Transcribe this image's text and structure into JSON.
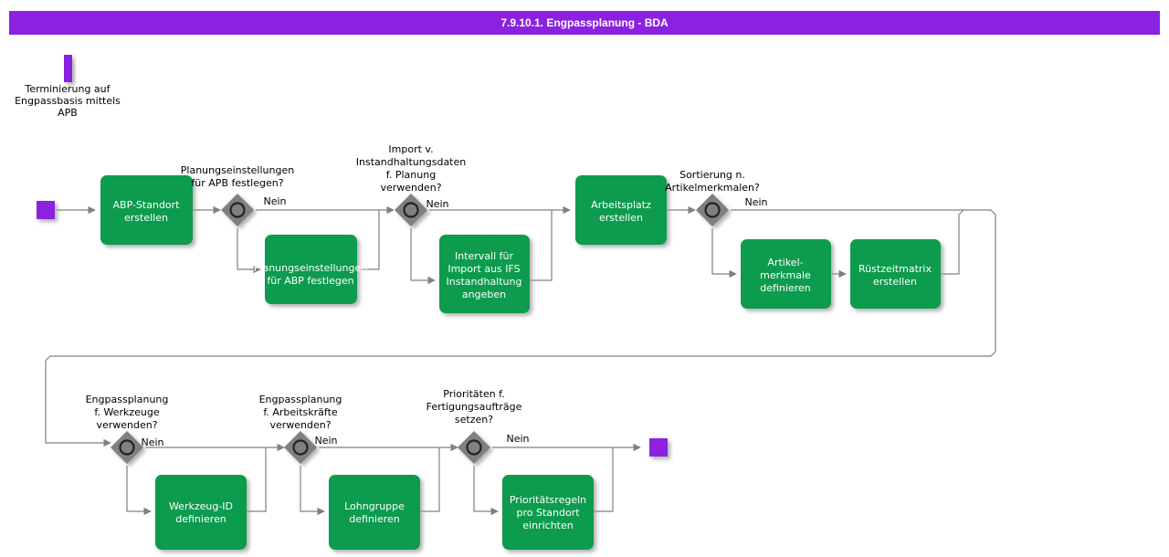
{
  "window": {
    "title": "7.9.10.1. Engpassplanung - BDA",
    "title_bar_color": "#8a22e0"
  },
  "palette": {
    "task_fill": "#0a9b4e",
    "task_text": "#ffffff",
    "gateway_fill": "#808080",
    "gateway_stroke": "#333333",
    "event_fill": "#8a22e0",
    "edge_color": "#808080",
    "background": "#ffffff"
  },
  "diagram": {
    "type": "bpmn-flowchart",
    "annotation": {
      "marker": "exclamation-bar",
      "text_line1": "Terminierung auf",
      "text_line2": "Engpassbasis mittels",
      "text_line3": "APB"
    },
    "start_event": {
      "name": "start-event"
    },
    "end_event": {
      "name": "end-event"
    },
    "tasks": [
      {
        "id": "t1",
        "lines": [
          "ABP-Standort",
          "erstellen"
        ]
      },
      {
        "id": "t2",
        "lines": [
          "Planungseinstellungen",
          "für ABP festlegen"
        ],
        "clipped": true
      },
      {
        "id": "t3",
        "lines": [
          "Intervall für",
          "Import aus IFS",
          "Instandhaltung",
          "angeben"
        ]
      },
      {
        "id": "t4",
        "lines": [
          "Arbeitsplatz",
          "erstellen"
        ]
      },
      {
        "id": "t5",
        "lines": [
          "Artikel-",
          "merkmale",
          "definieren"
        ]
      },
      {
        "id": "t6",
        "lines": [
          "Rüstzeitmatrix",
          "erstellen"
        ]
      },
      {
        "id": "t7",
        "lines": [
          "Werkzeug-ID",
          "definieren"
        ]
      },
      {
        "id": "t8",
        "lines": [
          "Lohngruppe",
          "definieren"
        ]
      },
      {
        "id": "t9",
        "lines": [
          "Prioritätsregeln",
          "pro Standort",
          "einrichten"
        ]
      }
    ],
    "gateways": [
      {
        "id": "g1",
        "lines": [
          "Planungseinstellungen",
          "für APB festlegen?"
        ],
        "no_label": "Nein"
      },
      {
        "id": "g2",
        "lines": [
          "Import v.",
          "Instandhaltungsdaten",
          "f. Planung",
          "verwenden?"
        ],
        "no_label": "Nein"
      },
      {
        "id": "g3",
        "lines": [
          "Sortierung n.",
          "Artikelmerkmalen?"
        ],
        "no_label": "Nein"
      },
      {
        "id": "g4",
        "lines": [
          "Engpassplanung",
          "f. Werkzeuge",
          "verwenden?"
        ],
        "no_label": "Nein"
      },
      {
        "id": "g5",
        "lines": [
          "Engpassplanung",
          "f. Arbeitskräfte",
          "verwenden?"
        ],
        "no_label": "Nein"
      },
      {
        "id": "g6",
        "lines": [
          "Prioritäten f.",
          "Fertigungsaufträge",
          "setzen?"
        ],
        "no_label": "Nein"
      }
    ]
  }
}
